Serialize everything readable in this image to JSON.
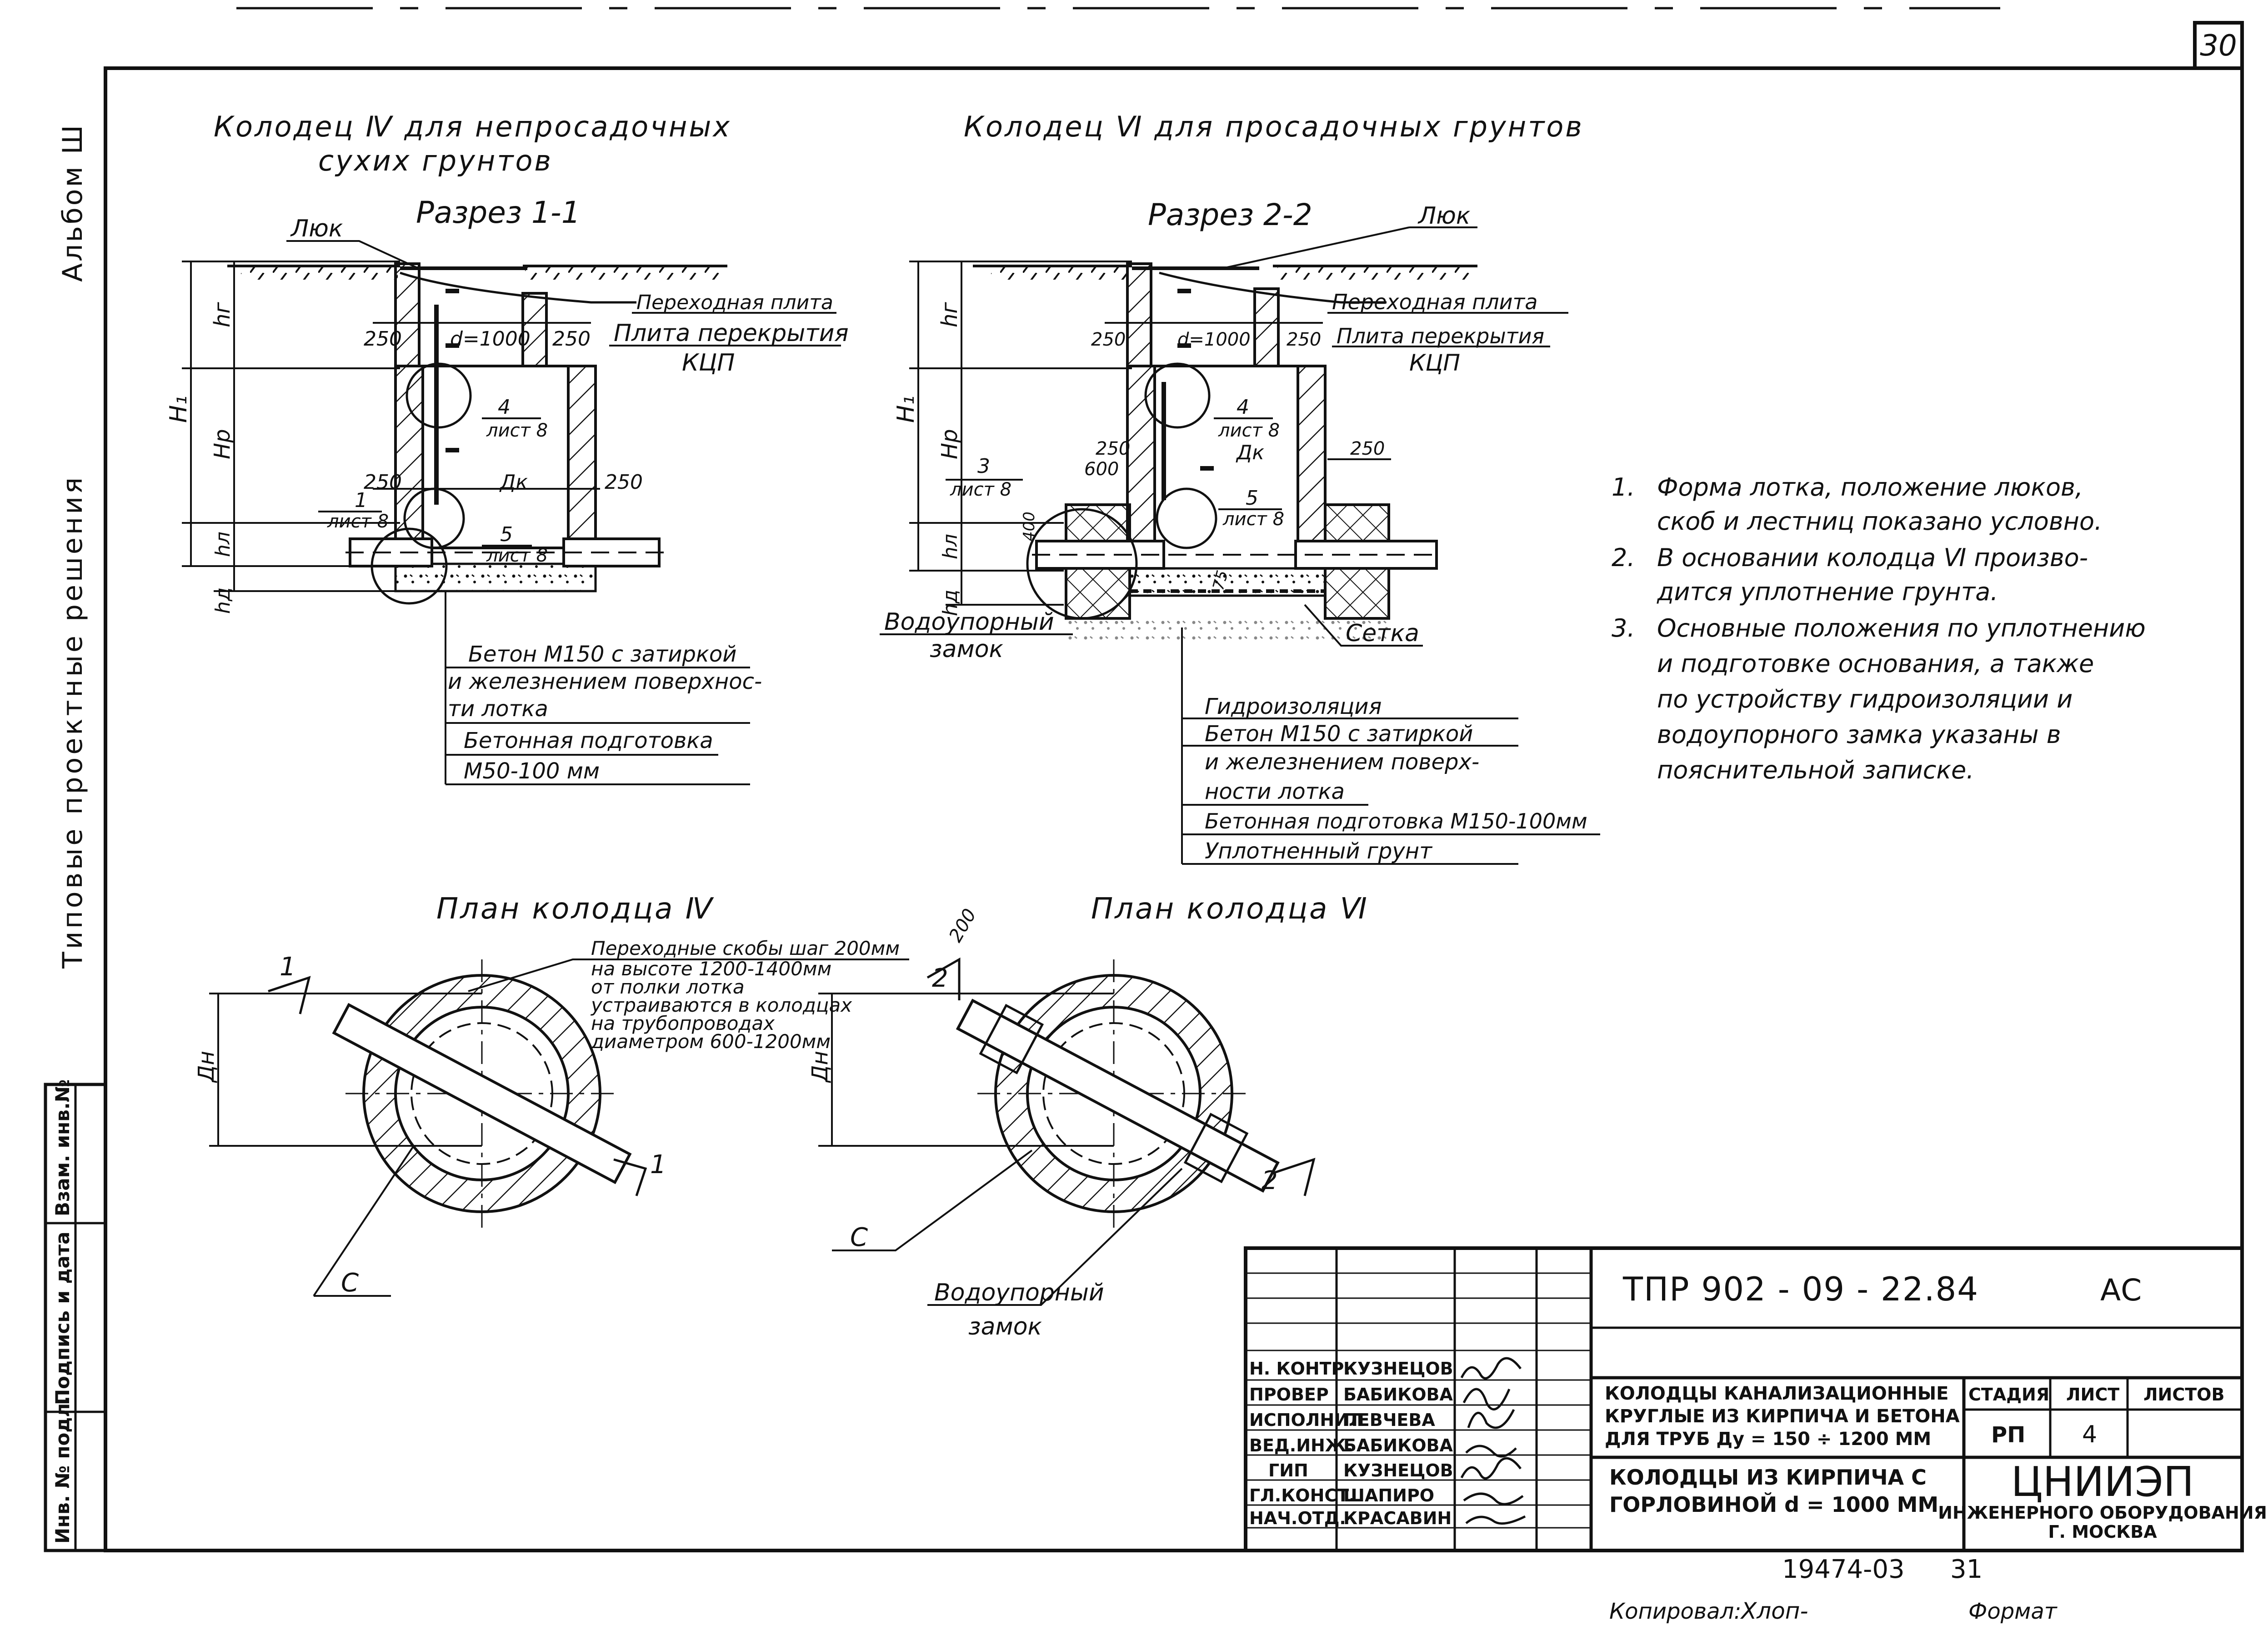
{
  "sheet_number": "30",
  "album": "Альбом Ш",
  "series_title": "Типовые проектные решения",
  "side_stamp": [
    "Инв. № подл.",
    "Подпись и дата",
    "Взам. инв.№"
  ],
  "left_view": {
    "title_line1": "Колодец Ⅳ для непросадочных",
    "title_line2": "сухих грунтов",
    "section": "Разрез 1-1",
    "hatch": "Люк",
    "transition_plate": "Переходная плита",
    "cover_plate_1": "Плита перекрытия",
    "cover_plate_2": "КЦП",
    "dim_250_left": "250",
    "dim_d": "d=1000",
    "dim_250_right": "250",
    "dim_250_l2": "250",
    "dim_250_r2": "250",
    "dk": "Дк",
    "ref4_num": "4",
    "ref4_sheet": "лист 8",
    "ref1_num": "1",
    "ref1_sheet": "лист 8",
    "ref5_num": "5",
    "ref5_sheet": "лист 8",
    "h1": "H₁",
    "hr": "hг",
    "hp": "Hр",
    "hl": "hл",
    "hd": "hд",
    "note_line1": "Бетон  М150 с затиркой",
    "note_line2": "и железнением поверхнос-",
    "note_line3": "ти лотка",
    "note_line4": "Бетонная подготовка",
    "note_line5": "М50-100 мм"
  },
  "right_view": {
    "title": "Колодец Ⅵ для просадочных грунтов",
    "section": "Разрез 2-2",
    "hatch": "Люк",
    "transition_plate": "Переходная плита",
    "dim_250_left": "250",
    "dim_d": "d=1000",
    "dim_250_right": "250",
    "cover_plate_1": "Плита перекрытия",
    "cover_plate_2": "КЦП",
    "ref4_num": "4",
    "ref4_sheet": "лист 8",
    "dk": "Дк",
    "dim_250_a": "250",
    "dim_600": "600",
    "dim_250_b": "250",
    "ref3_num": "3",
    "ref3_sheet": "лист 8",
    "ref5_num": "5",
    "ref5_sheet": "лист 8",
    "dim_400": "400",
    "dim_75": "75",
    "h1": "H₁",
    "hr": "hг",
    "hp": "Hр",
    "hl": "hл",
    "hd": "hд",
    "water_lock_1": "Водоупорный",
    "water_lock_2": "замок",
    "mesh": "Сетка",
    "note_line1": "Гидроизоляция",
    "note_line2": "Бетон М150 с затиркой",
    "note_line3": "и железнением  поверх-",
    "note_line4": "ности лотка",
    "note_line5": "Бетонная подготовка М150-100мм",
    "note_line6": "Уплотненный  грунт"
  },
  "notes": [
    {
      "num": "1.",
      "line1": "Форма лотка, положение люков,",
      "line2": "скоб и лестниц показано условно."
    },
    {
      "num": "2.",
      "line1": "В основании колодца Ⅵ произво-",
      "line2": "дится уплотнение грунта."
    },
    {
      "num": "3.",
      "line1": "Основные положения по уплотнению",
      "line2": "и подготовке основания, а также",
      "line3": "по устройству гидроизоляции и",
      "line4": "водоупорного замка указаны в",
      "line5": "пояснительной  записке."
    }
  ],
  "plan_left": {
    "title": "План колодца Ⅳ",
    "dn": "Дн",
    "c": "С",
    "cut_top": "1",
    "cut_bottom": "1",
    "step_note_1": "Переходные скобы шаг 200мм",
    "step_note_2": "на высоте 1200-1400мм",
    "step_note_3": "от полки лотка",
    "step_note_4": "устраиваются в колодцах",
    "step_note_5": "на трубопроводах",
    "step_note_6": "диаметром 600-1200мм"
  },
  "plan_right": {
    "title": "План колодца Ⅵ",
    "dim_200": "200",
    "dn": "Дн",
    "c": "С",
    "cut_top": "2",
    "cut_bottom": "2",
    "water_lock_1": "Водоупорный",
    "water_lock_2": "замок"
  },
  "title_block": {
    "code": "ТПР  902 - 09 - 22.84",
    "mark": "АС",
    "roles": [
      {
        "role": "Н. КОНТР.",
        "name": "КУЗНЕЦОВ"
      },
      {
        "role": "ПРОВЕР",
        "name": "БАБИКОВА"
      },
      {
        "role": "ИСПОЛНИЛ",
        "name": "ПЕВЧЕВА"
      },
      {
        "role": "ВЕД.ИНЖ.",
        "name": "БАБИКОВА"
      },
      {
        "role": "ГИП",
        "name": "КУЗНЕЦОВ"
      },
      {
        "role": "ГЛ.КОНСТ.",
        "name": "ШАПИРО"
      },
      {
        "role": "НАЧ.ОТД.",
        "name": "КРАСАВИН"
      }
    ],
    "desc_line1": "КОЛОДЦЫ  КАНАЛИЗАЦИОННЫЕ",
    "desc_line2": "КРУГЛЫЕ  ИЗ   КИРПИЧА И БЕТОНА",
    "desc_line3": "ДЛЯ ТРУБ  Ду = 150 ÷ 1200 ММ",
    "stage_label": "СТАДИЯ",
    "sheet_label": "ЛИСТ",
    "sheets_label": "ЛИСТОВ",
    "stage": "РП",
    "sheet": "4",
    "sub_line1": "КОЛОДЦЫ  ИЗ  КИРПИЧА  С",
    "sub_line2": "ГОРЛОВИНОЙ  d = 1000  ММ",
    "org_1": "ЦНИИЭП",
    "org_2": "ИНЖЕНЕРНОГО ОБОРУДОВАНИЯ",
    "org_3": "Г. МОСКВА"
  },
  "footer": {
    "inv": "19474-03",
    "num": "31",
    "copied": "Копировал:",
    "copier": "Хлоп-",
    "format": "Формат"
  }
}
